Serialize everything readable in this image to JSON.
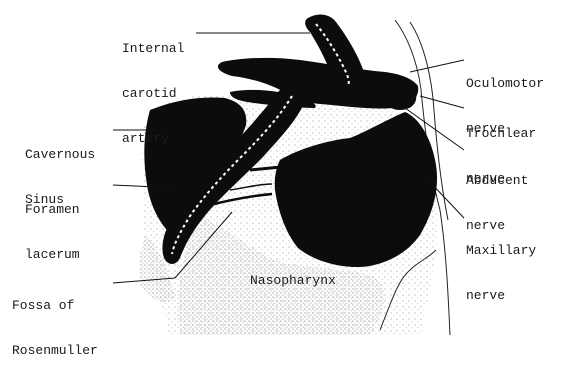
{
  "figure": {
    "labels": {
      "internal_carotid_artery": [
        "Internal",
        "carotid",
        "artery"
      ],
      "cavernous_sinus": [
        "Cavernous",
        "Sinus"
      ],
      "foramen_lacerum": [
        "Foramen",
        "lacerum"
      ],
      "fossa_of_rosenmuller": [
        "Fossa of",
        "Rosenmuller"
      ],
      "nasopharynx": "Nasopharynx",
      "oculomotor_nerve": [
        "Oculomotor",
        "nerve"
      ],
      "trochlear_nerve": [
        "Trochlear",
        "nerve"
      ],
      "abducent_nerve": [
        "Abducent",
        "nerve"
      ],
      "maxillary_nerve": [
        "Maxillary",
        "nerve"
      ]
    },
    "colors": {
      "ink": "#0c0c0c",
      "stipple": "#555555",
      "paper": "#ffffff"
    }
  }
}
